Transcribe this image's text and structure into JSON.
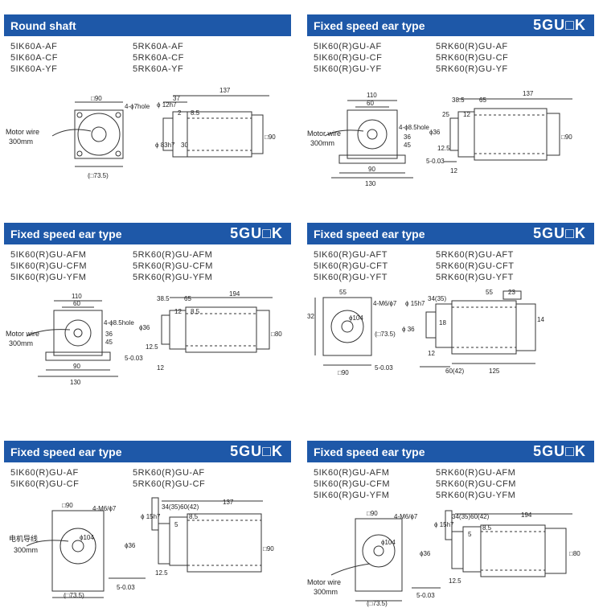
{
  "panels": [
    {
      "title": "Round shaft",
      "code": "",
      "models_left": [
        "5IK60A-AF",
        "5IK60A-CF",
        "5IK60A-YF"
      ],
      "models_right": [
        "5RK60A-AF",
        "5RK60A-CF",
        "5RK60A-YF"
      ],
      "motor_wire_label": "Motor wire",
      "wire_length": "300mm",
      "dims": {
        "flange": "□90",
        "holes": "4-ϕ7hole",
        "pcd": "(□73.5)",
        "shaft_len": "37",
        "key": "ϕ 12h7",
        "boss": "2",
        "flange_t": "8.5",
        "tail": "30",
        "shaft_d": "ϕ 83h7",
        "length": "137",
        "square": "□90"
      }
    },
    {
      "title": "Fixed speed ear type",
      "code": "5GU□K",
      "models_left": [
        "5IK60(R)GU-AF",
        "5IK60(R)GU-CF",
        "5IK60(R)GU-YF"
      ],
      "models_right": [
        "5RK60(R)GU-AF",
        "5RK60(R)GU-CF",
        "5RK60(R)GU-YF"
      ],
      "motor_wire_label": "Motor wire",
      "wire_length": "300mm",
      "dims": {
        "width": "110",
        "inner": "60",
        "holes": "4-ϕ8.5hole",
        "base": "90",
        "total": "130",
        "d1": "38.5",
        "d2": "65",
        "length": "137",
        "shaft": "ϕ36",
        "key": "5-0.03",
        "square": "□90",
        "c1": "36",
        "c2": "45",
        "c3": "25",
        "c4": "12",
        "c5": "12.5",
        "c6": "12"
      }
    },
    {
      "title": "Fixed speed ear type",
      "code": "5GU□K",
      "models_left": [
        "5IK60(R)GU-AFM",
        "5IK60(R)GU-CFM",
        "5IK60(R)GU-YFM"
      ],
      "models_right": [
        "5RK60(R)GU-AFM",
        "5RK60(R)GU-CFM",
        "5RK60(R)GU-YFM"
      ],
      "motor_wire_label": "Motor wire",
      "wire_length": "300mm",
      "dims": {
        "width": "110",
        "inner": "60",
        "holes": "4-ϕ8.5hole",
        "base": "90",
        "total": "130",
        "d1": "38.5",
        "d2": "65",
        "length": "194",
        "shaft": "ϕ36",
        "key": "5-0.03",
        "square": "□80",
        "c1": "36",
        "c2": "45",
        "flange_t": "8.5",
        "c4": "12",
        "c5": "12.5",
        "c6": "12"
      }
    },
    {
      "title": "Fixed speed ear type",
      "code": "5GU□K",
      "models_left": [
        "5IK60(R)GU-AFT",
        "5IK60(R)GU-CFT",
        "5IK60(R)GU-YFT"
      ],
      "models_right": [
        "5RK60(R)GU-AFT",
        "5RK60(R)GU-CFT",
        "5RK60(R)GU-YFT"
      ],
      "motor_wire_label": "",
      "wire_length": "",
      "dims": {
        "d55a": "55",
        "d55b": "55",
        "d23": "23",
        "holes": "4-M6/ϕ7",
        "pcd": "ϕ104",
        "sq": "(□73.5)",
        "d32": "32",
        "key": "ϕ 15h7",
        "d34": "34(35)",
        "shaft": "ϕ 36",
        "square": "□90",
        "d60": "60(42)",
        "length": "125",
        "flange_t": "18",
        "c1": "14",
        "c2": "12",
        "key2": "5-0.03"
      }
    },
    {
      "title": "Fixed speed ear type",
      "code": "5GU□K",
      "models_left": [
        "5IK60(R)GU-AF",
        "5IK60(R)GU-CF"
      ],
      "models_right": [
        "5RK60(R)GU-AF",
        "5RK60(R)GU-CF"
      ],
      "motor_wire_label": "电机导线",
      "wire_length": "300mm",
      "dims": {
        "flange": "□90",
        "holes": "4-M6/ϕ7",
        "pcd": "ϕ104",
        "sq": "(□73.5)",
        "key": "ϕ 15h7",
        "d34": "34(35)60(42)",
        "length": "137",
        "shaft": "ϕ36",
        "flange_t": "8.5",
        "c1": "5",
        "c2": "12.5",
        "square": "□90",
        "key2": "5-0.03"
      }
    },
    {
      "title": "Fixed speed ear type",
      "code": "5GU□K",
      "models_left": [
        "5IK60(R)GU-AFM",
        "5IK60(R)GU-CFM",
        "5IK60(R)GU-YFM"
      ],
      "models_right": [
        "5RK60(R)GU-AFM",
        "5RK60(R)GU-CFM",
        "5RK60(R)GU-YFM"
      ],
      "motor_wire_label": "Motor wire",
      "wire_length": "300mm",
      "dims": {
        "flange": "□90",
        "holes": "4-M6/ϕ7",
        "pcd": "ϕ104",
        "sq": "(□73.5)",
        "key": "ϕ 15h7",
        "d34": "34(35)60(42)",
        "length": "194",
        "shaft": "ϕ36",
        "flange_t": "8.5",
        "c1": "5",
        "c2": "12.5",
        "square": "□80",
        "key2": "5-0.03"
      }
    }
  ]
}
